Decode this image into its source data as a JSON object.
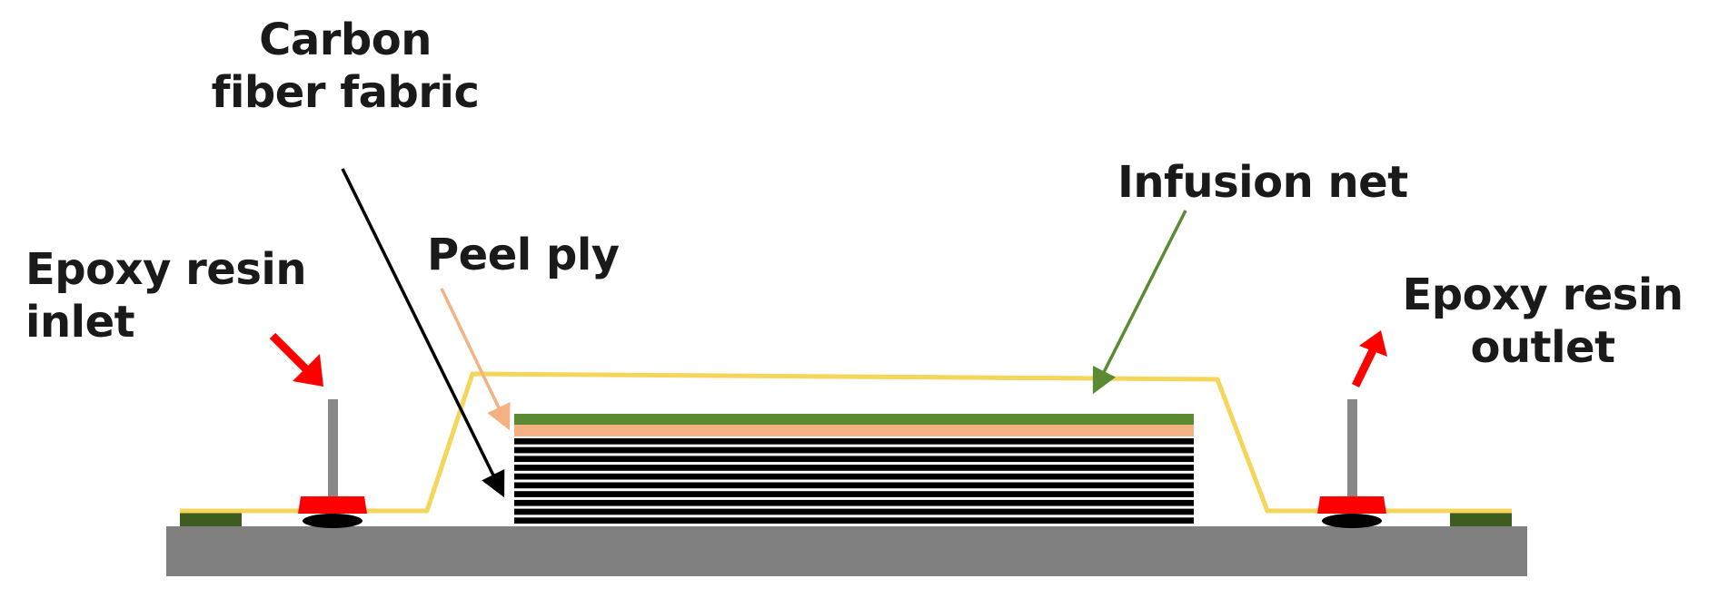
{
  "labels": {
    "carbon_fiber_line1": "Carbon",
    "carbon_fiber_line2": "fiber fabric",
    "infusion_net": "Infusion net",
    "peel_ply": "Peel ply",
    "inlet_line1": "Epoxy resin",
    "inlet_line2": "inlet",
    "outlet_line1": "Epoxy resin",
    "outlet_line2": "outlet"
  },
  "colors": {
    "base_plate": "#808080",
    "sealant_tape": "#3d5c1e",
    "vacuum_bag": "#f5d55a",
    "infusion_net": "#5a8a32",
    "peel_ply": "#f4b183",
    "carbon_fiber_layer": "#000000",
    "port_tube": "#888888",
    "port_seal": "#ff0000",
    "port_base": "#000000",
    "flow_arrow": "#ff0000",
    "pointer_carbon": "#000000",
    "pointer_peel": "#f4b183",
    "pointer_net": "#5a8a32"
  },
  "carbon_fiber_layer_count": 10
}
